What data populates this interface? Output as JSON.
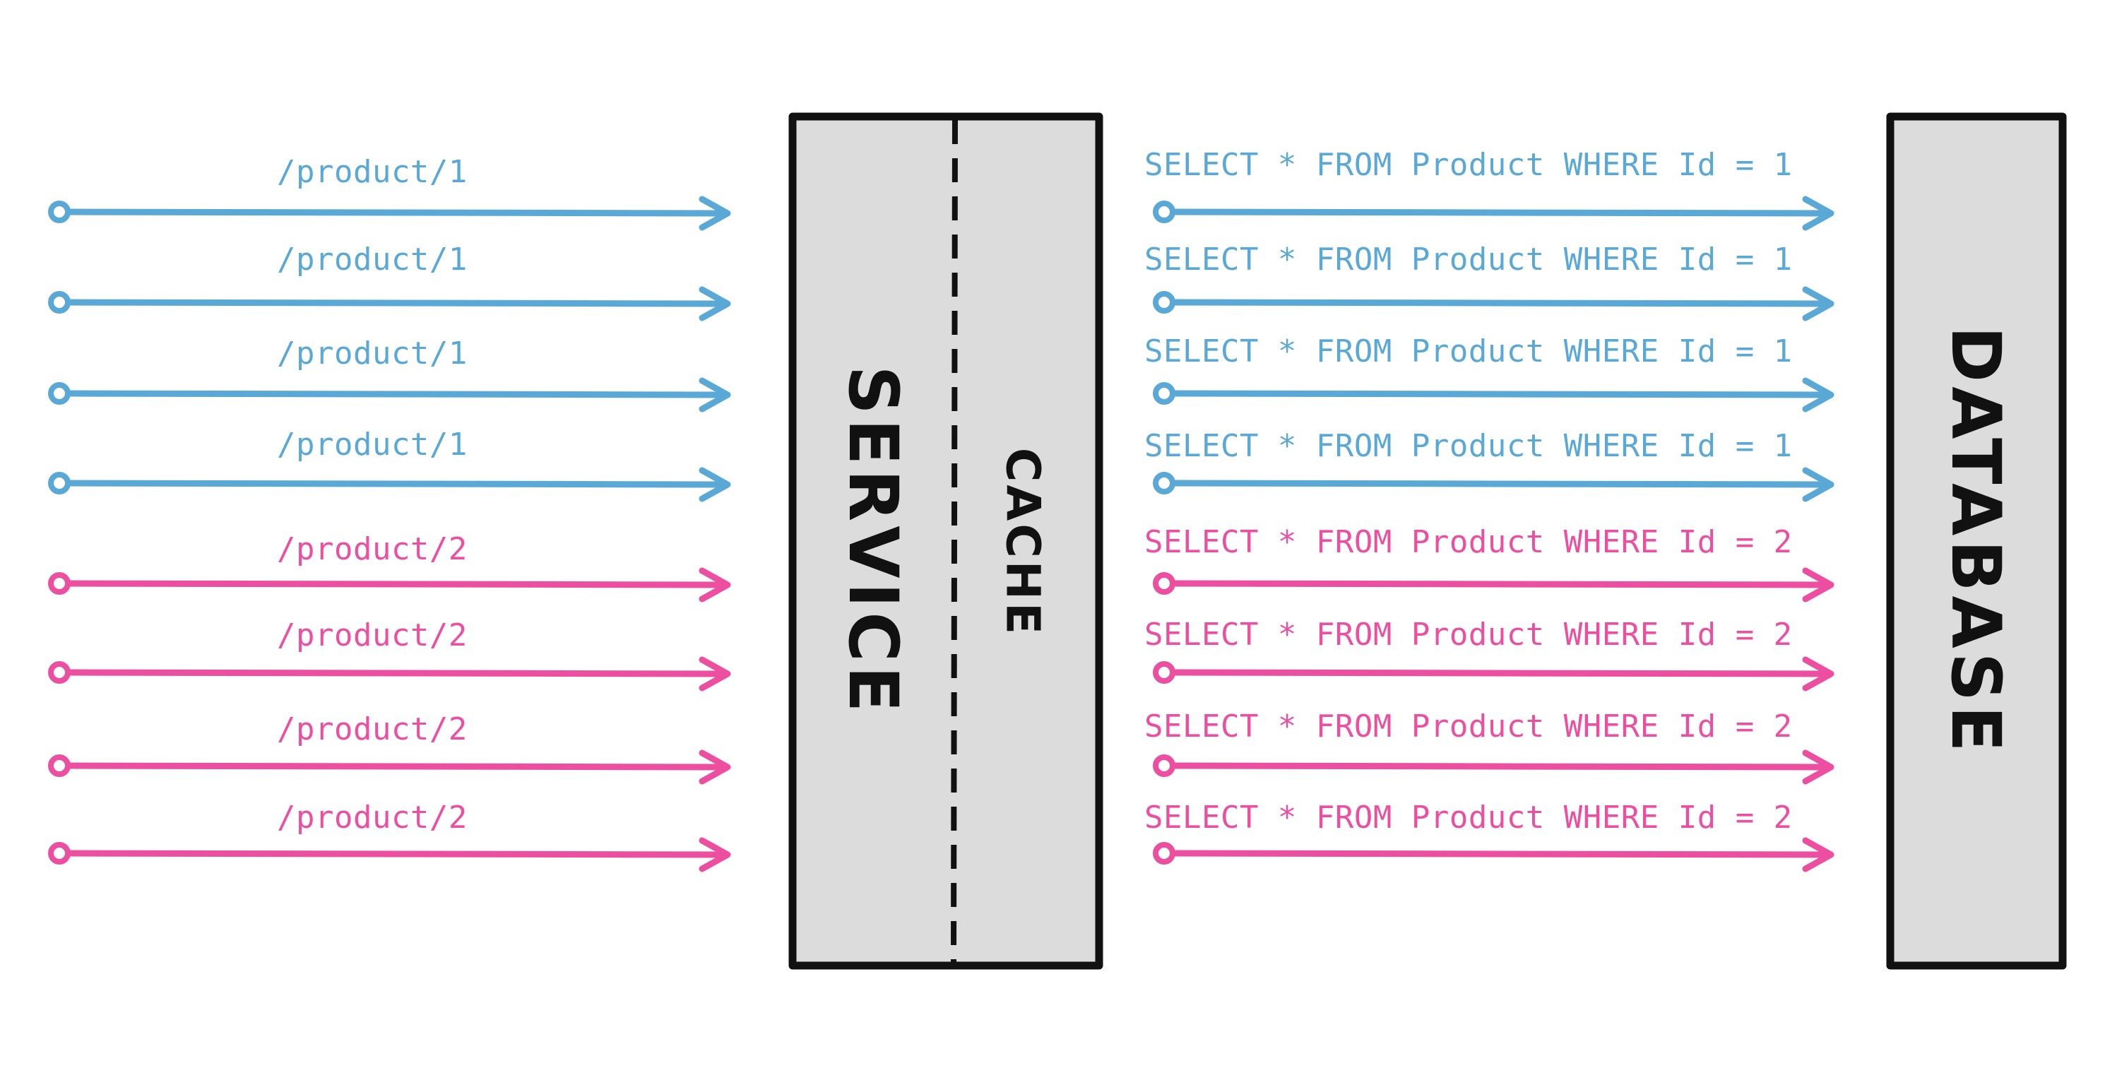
{
  "colors": {
    "blue": "#5aa8d6",
    "pink": "#ec4fa0",
    "box_fill": "#dcdcdc",
    "box_stroke": "#111111"
  },
  "boxes": {
    "service_label": "SERVICE",
    "cache_label": "CACHE",
    "database_label": "DATABASE"
  },
  "requests": [
    {
      "label": "/product/1",
      "color": "blue"
    },
    {
      "label": "/product/1",
      "color": "blue"
    },
    {
      "label": "/product/1",
      "color": "blue"
    },
    {
      "label": "/product/1",
      "color": "blue"
    },
    {
      "label": "/product/2",
      "color": "pink"
    },
    {
      "label": "/product/2",
      "color": "pink"
    },
    {
      "label": "/product/2",
      "color": "pink"
    },
    {
      "label": "/product/2",
      "color": "pink"
    }
  ],
  "queries": [
    {
      "label": "SELECT * FROM Product WHERE Id = 1",
      "color": "blue"
    },
    {
      "label": "SELECT * FROM Product WHERE Id = 1",
      "color": "blue"
    },
    {
      "label": "SELECT * FROM Product WHERE Id = 1",
      "color": "blue"
    },
    {
      "label": "SELECT * FROM Product WHERE Id = 1",
      "color": "blue"
    },
    {
      "label": "SELECT * FROM Product WHERE Id = 2",
      "color": "pink"
    },
    {
      "label": "SELECT * FROM Product WHERE Id = 2",
      "color": "pink"
    },
    {
      "label": "SELECT * FROM Product WHERE Id = 2",
      "color": "pink"
    },
    {
      "label": "SELECT * FROM Product WHERE Id = 2",
      "color": "pink"
    }
  ]
}
